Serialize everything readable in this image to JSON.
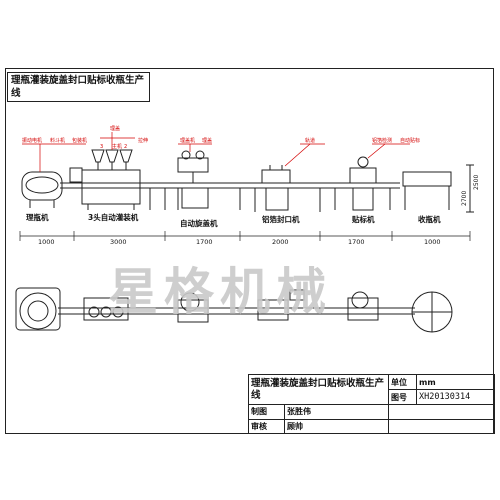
{
  "drawing": {
    "title": "理瓶灌装旋盖封口贴标收瓶生产线",
    "watermark": "星格机械"
  },
  "front_view": {
    "annotations": [
      "振动电机",
      "料斗机",
      "包装机",
      "理盖",
      "3",
      "主机",
      "2",
      "拉伸",
      "理盖机",
      "理盖",
      "轨道",
      "铝箔检测",
      "自动贴标"
    ],
    "machines": [
      {
        "label": "理瓶机",
        "dimension": "1000"
      },
      {
        "label": "3头自动灌装机",
        "dimension": "3000"
      },
      {
        "label": "自动旋盖机",
        "dimension": "1700"
      },
      {
        "label": "铝箔封口机",
        "dimension": "2000"
      },
      {
        "label": "贴标机",
        "dimension": "1700"
      },
      {
        "label": "收瓶机",
        "dimension": "1000"
      }
    ],
    "heights": [
      "2500",
      "2700"
    ]
  },
  "title_block": {
    "title": "理瓶灌装旋盖封口贴标收瓶生产线",
    "unit_label": "单位",
    "unit_value": "mm",
    "drawing_no_label": "图号",
    "drawing_no_value": "XH20130314",
    "drawn_by_label": "制图",
    "drawn_by_value": "张胜伟",
    "checked_by_label": "审核",
    "checked_by_value": "顾帅"
  },
  "colors": {
    "line": "#222222",
    "annotation": "#d40000",
    "watermark": "#c9c9c9"
  }
}
